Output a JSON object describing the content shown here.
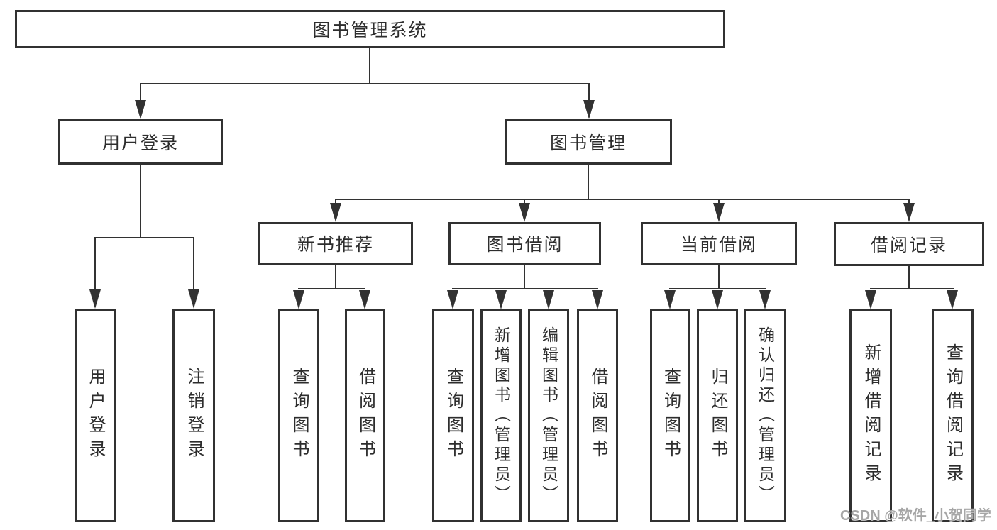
{
  "colors": {
    "line": "#323232",
    "text": "#2d2d2d",
    "box_background": "#ffffff"
  },
  "watermark": {
    "text": "CSDN @软件_小贺同学",
    "color": "#a6a6a6"
  },
  "tree": {
    "root": {
      "label": "图书管理系统"
    },
    "branches": [
      {
        "label": "用户登录",
        "children": [
          "用户登录",
          "注销登录"
        ]
      },
      {
        "label": "图书管理"
      }
    ],
    "modules": [
      {
        "label": "新书推荐",
        "children": [
          "查询图书",
          "借阅图书"
        ]
      },
      {
        "label": "图书借阅",
        "children": [
          "查询图书",
          "新增图书（管理员）",
          "编辑图书（管理员）",
          "借阅图书"
        ]
      },
      {
        "label": "当前借阅",
        "children": [
          "查询图书",
          "归还图书",
          "确认归还（管理员）"
        ]
      },
      {
        "label": "借阅记录",
        "children": [
          "新增借阅记录",
          "查询借阅记录"
        ]
      }
    ]
  }
}
